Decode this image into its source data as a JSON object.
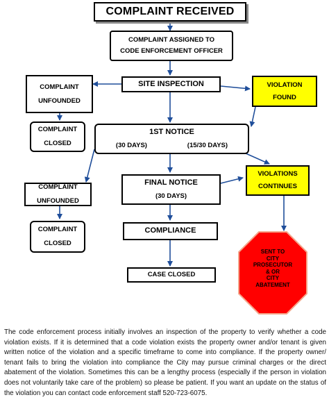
{
  "nodes": {
    "complaint_received": "COMPLAINT RECEIVED",
    "assigned_line1": "COMPLAINT ASSIGNED TO",
    "assigned_line2": "CODE ENFORCEMENT OFFICER",
    "site_inspection": "SITE  INSPECTION",
    "unfounded1_line1": "COMPLAINT",
    "unfounded1_line2": "UNFOUNDED",
    "violation_found_line1": "VIOLATION",
    "violation_found_line2": "FOUND",
    "closed1_line1": "COMPLAINT",
    "closed1_line2": "CLOSED",
    "first_notice": "1ST NOTICE",
    "first_notice_days_a": "(30 DAYS)",
    "first_notice_days_b": "(15/30 DAYS)",
    "violations_continues_line1": "VIOLATIONS",
    "violations_continues_line2": "CONTINUES",
    "unfounded2_line1": "COMPLAINT",
    "unfounded2_line2": "UNFOUNDED",
    "final_notice": "FINAL NOTICE",
    "final_notice_days": "(30 DAYS)",
    "closed2_line1": "COMPLAINT",
    "closed2_line2": "CLOSED",
    "compliance": "COMPLIANCE",
    "case_closed": "CASE CLOSED",
    "sent_to_lines": [
      "SENT TO",
      "CITY",
      "PROSECUTOR",
      "& OR",
      "CITY",
      "ABATEMENT"
    ]
  },
  "caption": "The code enforcement process initially involves an inspection of the property to verify whether a code violation exists. If it is determined that a code violation exists the property owner and/or tenant is given written notice of the violation and a specific timeframe to come into compliance. If the property owner/ tenant fails to bring the violation into compliance the City may pursue criminal charges or the direct abatement of the violation. Sometimes this can be a lengthy process (especially if the person in violation does not voluntarily take care of the problem) so please be patient. If you want an update on the status of the violation you can contact code enforcement staff  520-723-6075.",
  "colors": {
    "yellow": "#ffff00",
    "red": "#ff0000",
    "octagon_border": "#f4a58a"
  }
}
